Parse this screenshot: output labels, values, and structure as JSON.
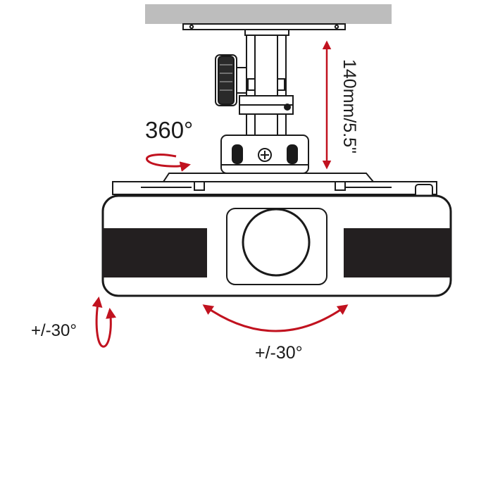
{
  "labels": {
    "rotation": "360°",
    "height": "140mm/5.5\"",
    "tilt_left": "+/-30°",
    "tilt_bottom": "+/-30°"
  },
  "colors": {
    "line": "#1a1a1a",
    "ceiling": "#bdbdbd",
    "arrow": "#c1121f",
    "band": "#231f20",
    "background": "#ffffff"
  }
}
